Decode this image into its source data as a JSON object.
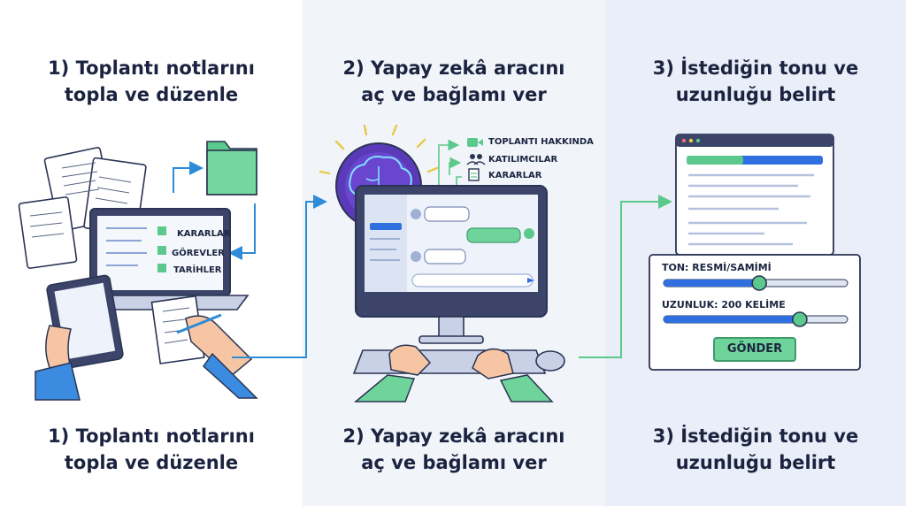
{
  "steps": [
    {
      "title_line1": "1) Toplantı notlarını",
      "title_line2": "topla ve düzenle"
    },
    {
      "title_line1": "2) Yapay zekâ aracını",
      "title_line2": "aç ve bağlamı ver"
    },
    {
      "title_line1": "3) İstediğin tonu ve",
      "title_line2": "uzunluğu belirt"
    }
  ],
  "step1": {
    "checklist": [
      "KARARLAR",
      "GÖREVLER",
      "TARİHLER"
    ]
  },
  "step2": {
    "context_items": [
      "TOPLANTI HAKKINDA",
      "KATILIMCILAR",
      "KARARLAR"
    ]
  },
  "step3": {
    "tone_label": "TON: RESMİ/SAMİMİ",
    "length_label": "UZUNLUK: 200 KELİME",
    "tone_level": 0.52,
    "length_level": 0.74,
    "submit_label": "GÖNDER"
  },
  "colors": {
    "accent_green": "#5cc98c",
    "accent_blue": "#2f6fe0",
    "brain_purple": "#6a3fc8",
    "arrow": "#2d8bd8",
    "dark": "#2a3454"
  }
}
